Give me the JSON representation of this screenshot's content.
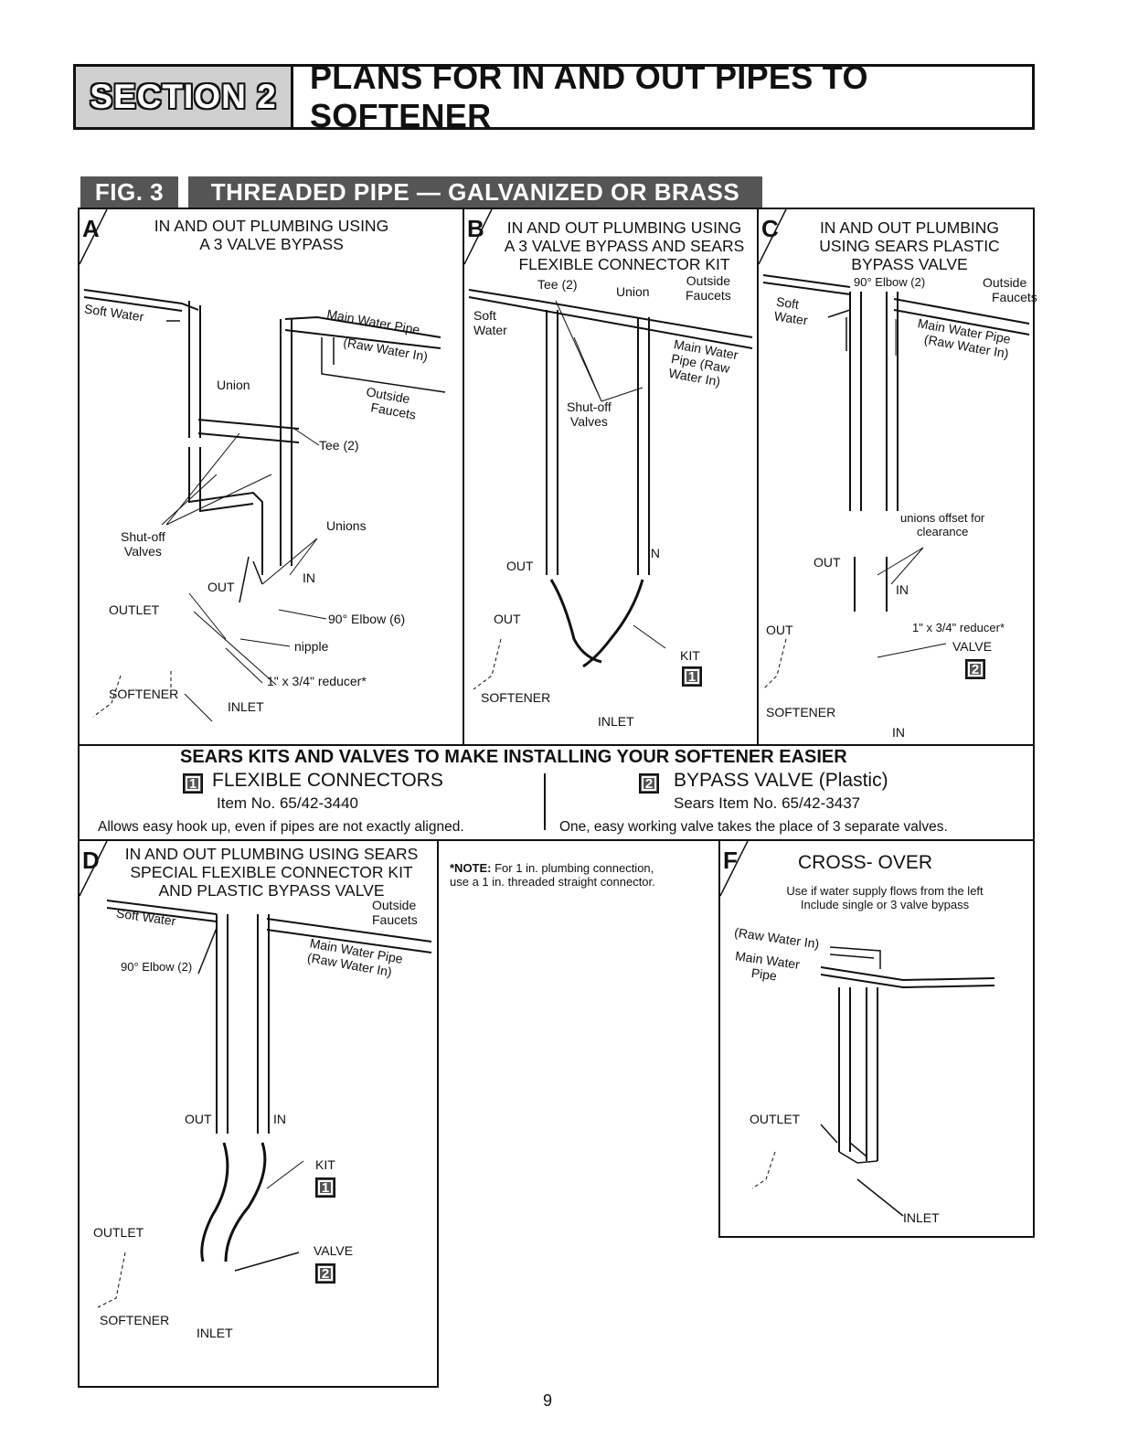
{
  "header": {
    "section_label": "SECTION 2",
    "title": "PLANS FOR IN AND OUT PIPES TO SOFTENER"
  },
  "figure": {
    "label": "FIG. 3",
    "title": "THREADED PIPE — GALVANIZED OR BRASS"
  },
  "panel_a": {
    "letter": "A",
    "title_line1": "IN AND OUT PLUMBING USING",
    "title_line2": "A 3 VALVE BYPASS",
    "labels": {
      "soft_water": "Soft Water",
      "main_water_pipe": "Main Water Pipe",
      "raw_water_in": "(Raw Water In)",
      "union": "Union",
      "outside_faucets_1": "Outside",
      "outside_faucets_2": "Faucets",
      "tee": "Tee (2)",
      "unions": "Unions",
      "shutoff_1": "Shut-off",
      "shutoff_2": "Valves",
      "out": "OUT",
      "in": "IN",
      "outlet": "OUTLET",
      "elbow": "90° Elbow (6)",
      "nipple": "nipple",
      "reducer": "1\" x 3/4\" reducer*",
      "softener": "SOFTENER",
      "inlet": "INLET"
    }
  },
  "panel_b": {
    "letter": "B",
    "title_line1": "IN AND OUT PLUMBING USING",
    "title_line2": "A 3 VALVE BYPASS AND SEARS",
    "title_line3": "FLEXIBLE CONNECTOR KIT",
    "labels": {
      "tee": "Tee (2)",
      "union": "Union",
      "outside_1": "Outside",
      "outside_2": "Faucets",
      "soft_1": "Soft",
      "soft_2": "Water",
      "main_1": "Main Water",
      "main_2": "Pipe (Raw",
      "main_3": "Water In)",
      "shutoff_1": "Shut-off",
      "shutoff_2": "Valves",
      "out_upper": "OUT",
      "in": "IN",
      "out_lower": "OUT",
      "kit": "KIT",
      "kit_num": "1",
      "softener": "SOFTENER",
      "inlet": "INLET"
    }
  },
  "panel_c": {
    "letter": "C",
    "title_line1": "IN AND OUT PLUMBING",
    "title_line2": "USING SEARS PLASTIC",
    "title_line3": "BYPASS VALVE",
    "labels": {
      "elbow": "90° Elbow (2)",
      "outside_1": "Outside",
      "outside_2": "Faucets",
      "soft_1": "Soft",
      "soft_2": "Water",
      "main_1": "Main Water Pipe",
      "main_2": "(Raw Water In)",
      "unions_1": "unions offset for",
      "unions_2": "clearance",
      "out_upper": "OUT",
      "in_upper": "IN",
      "reducer": "1\" x 3/4\" reducer*",
      "out_lower": "OUT",
      "valve": "VALVE",
      "valve_num": "2",
      "softener": "SOFTENER",
      "in_lower": "IN"
    }
  },
  "sears": {
    "title": "SEARS KITS AND VALVES TO MAKE INSTALLING YOUR SOFTENER EASIER",
    "kit1": {
      "num": "1",
      "name": "FLEXIBLE CONNECTORS",
      "item": "Item No. 65/42-3440",
      "desc": "Allows easy hook up, even if pipes are not exactly aligned."
    },
    "kit2": {
      "num": "2",
      "name": "BYPASS VALVE (Plastic)",
      "item": "Sears Item No. 65/42-3437",
      "desc": "One, easy working valve takes the place of 3 separate valves."
    }
  },
  "panel_d": {
    "letter": "D",
    "title_line1": "IN AND OUT PLUMBING USING SEARS",
    "title_line2": "SPECIAL FLEXIBLE CONNECTOR KIT",
    "title_line3": "AND PLASTIC BYPASS VALVE",
    "labels": {
      "soft_water": "Soft Water",
      "outside_1": "Outside",
      "outside_2": "Faucets",
      "elbow": "90° Elbow (2)",
      "main_1": "Main Water Pipe",
      "main_2": "(Raw Water In)",
      "out": "OUT",
      "in": "IN",
      "kit": "KIT",
      "kit_num": "1",
      "outlet": "OUTLET",
      "valve": "VALVE",
      "valve_num": "2",
      "softener": "SOFTENER",
      "inlet": "INLET"
    }
  },
  "note": {
    "bold": "*NOTE:",
    "line1": " For 1 in. plumbing connection,",
    "line2": "use a 1 in. threaded straight connector."
  },
  "panel_f": {
    "letter": "F",
    "title": "CROSS- OVER",
    "desc1": "Use if water supply flows from the left",
    "desc2": "Include single or 3 valve bypass",
    "labels": {
      "raw_water": "(Raw Water In)",
      "main_1": "Main Water",
      "main_2": "Pipe",
      "outlet": "OUTLET",
      "inlet": "INLET"
    }
  },
  "page_number": "9"
}
